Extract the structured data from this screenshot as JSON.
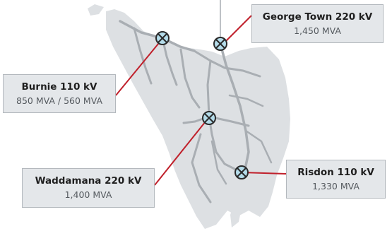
{
  "substations": [
    {
      "name": "George Town 220 kV",
      "value": "1,450 MVA"
    },
    {
      "name": "Burnie 110 kV",
      "value": "850 MVA / 560 MVA"
    },
    {
      "name": "Waddamana 220 kV",
      "value": "1,400 MVA"
    },
    {
      "name": "Risdon 110 kV",
      "value": "1,330 MVA"
    }
  ],
  "colors": {
    "land": "#dde0e3",
    "lines": "#a9aeb3",
    "leader": "#c0202b",
    "marker_fill": "#b4dcea",
    "marker_stroke": "#2a2a2a",
    "callout_bg": "#e4e7ea"
  },
  "icons": [
    "substation-marker-icon"
  ]
}
